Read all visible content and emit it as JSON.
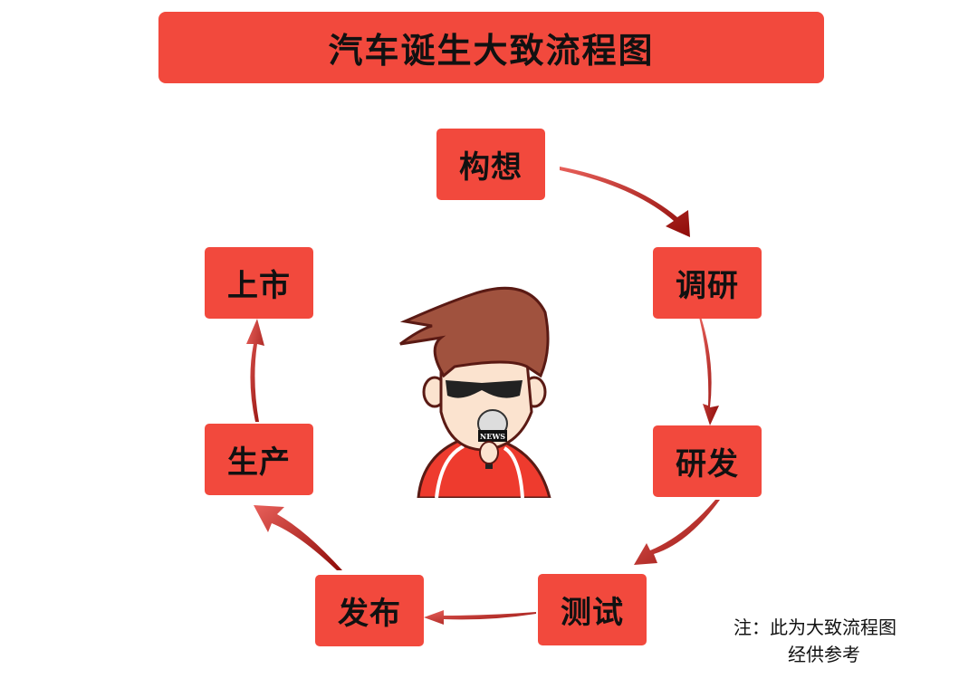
{
  "title": "汽车诞生大致流程图",
  "steps": [
    "构想",
    "调研",
    "研发",
    "测试",
    "发布",
    "生产",
    "上市"
  ],
  "note": {
    "line1": "注：此为大致流程图",
    "line2": "经供参考"
  },
  "mascot": {
    "mic_label": "NEWS"
  },
  "colors": {
    "box": "#f2493d",
    "arrow": "#a3100c",
    "arrow_light": "#e8605a"
  }
}
